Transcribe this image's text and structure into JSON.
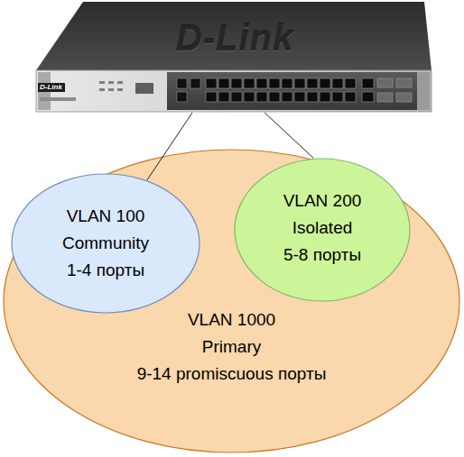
{
  "diagram": {
    "nodes": [
      {
        "text": [
          "D-Link"
        ]
      },
      {
        "text": [
          "VLAN 1000",
          "Primary",
          "9-14 promiscuous порты"
        ]
      },
      {
        "text": [
          "VLAN 100",
          "Community",
          "1-4 порты"
        ],
        "in": 1
      },
      {
        "text": [
          "VLAN 200",
          "Isolated",
          "5-8 порты"
        ],
        "in": 1
      }
    ],
    "edges": [
      {
        "from": 0,
        "to": 2,
        "arrow": "none"
      },
      {
        "from": 0,
        "to": 3,
        "arrow": "none"
      }
    ],
    "labels": [
      "D-Link"
    ]
  }
}
